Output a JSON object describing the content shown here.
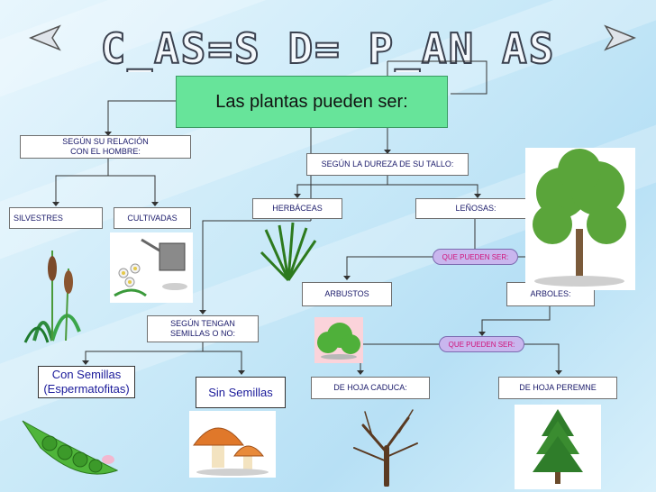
{
  "title": "C_AS=S D= P_AN AS",
  "nav": {
    "prev_icon": "arrow-left-icon",
    "next_icon": "arrow-right-icon"
  },
  "root": "Las plantas pueden ser:",
  "relation": {
    "label": "SEGÚN SU RELACIÓN\nCON EL HOMBRE:",
    "children": [
      "SILVESTRES",
      "CULTIVADAS"
    ]
  },
  "stem": {
    "label": "SEGÚN LA DUREZA DE SU TALLO:",
    "herbaceous": "HERBÁCEAS",
    "woody": "LEÑOSAS:",
    "connector": "QUE PUEDEN SER:",
    "shrubs": "ARBUSTOS",
    "trees": "ÁRBOLES:",
    "connector2": "QUE PUEDEN SER:",
    "deciduous": "DE HOJA CADUCA:",
    "evergreen": "DE HOJA PEREMNE"
  },
  "seeds": {
    "label": "SEGÚN TENGAN\nSEMILLAS O NO:",
    "with_seeds": "Con Semillas\n(Espermatofitas)",
    "without_seeds": "Sin Semillas"
  },
  "colors": {
    "root_bg": "#67e49a",
    "pill_bg": "#c9b6ee",
    "pill_text": "#d0137a",
    "box_text": "#1a1a6a"
  }
}
